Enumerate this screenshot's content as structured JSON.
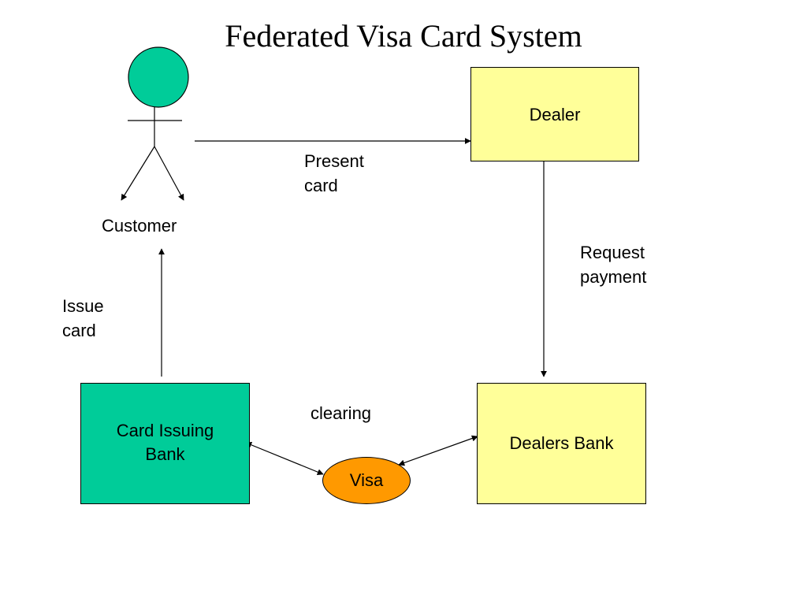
{
  "title": "Federated Visa Card System",
  "colors": {
    "customer_fill": "#00CC99",
    "dealer_fill": "#FFFF99",
    "dealers_bank_fill": "#FFFF99",
    "issuing_bank_fill": "#00CC99",
    "visa_fill": "#FF9900",
    "line": "#000000"
  },
  "nodes": {
    "customer": {
      "label": "Customer",
      "icon": "stick-figure-icon"
    },
    "dealer": {
      "label": "Dealer"
    },
    "dealers_bank": {
      "label": "Dealers Bank"
    },
    "issuing_bank": {
      "label": "Card Issuing\nBank"
    },
    "visa": {
      "label": "Visa"
    }
  },
  "edges": {
    "present_card": {
      "label": "Present\ncard",
      "from": "Customer",
      "to": "Dealer"
    },
    "request_payment": {
      "label": "Request\npayment",
      "from": "Dealer",
      "to": "Dealers Bank"
    },
    "issue_card": {
      "label": "Issue\ncard",
      "from": "Card Issuing Bank",
      "to": "Customer"
    },
    "clearing": {
      "label": "clearing",
      "between": [
        "Card Issuing Bank",
        "Visa",
        "Dealers Bank"
      ]
    }
  }
}
